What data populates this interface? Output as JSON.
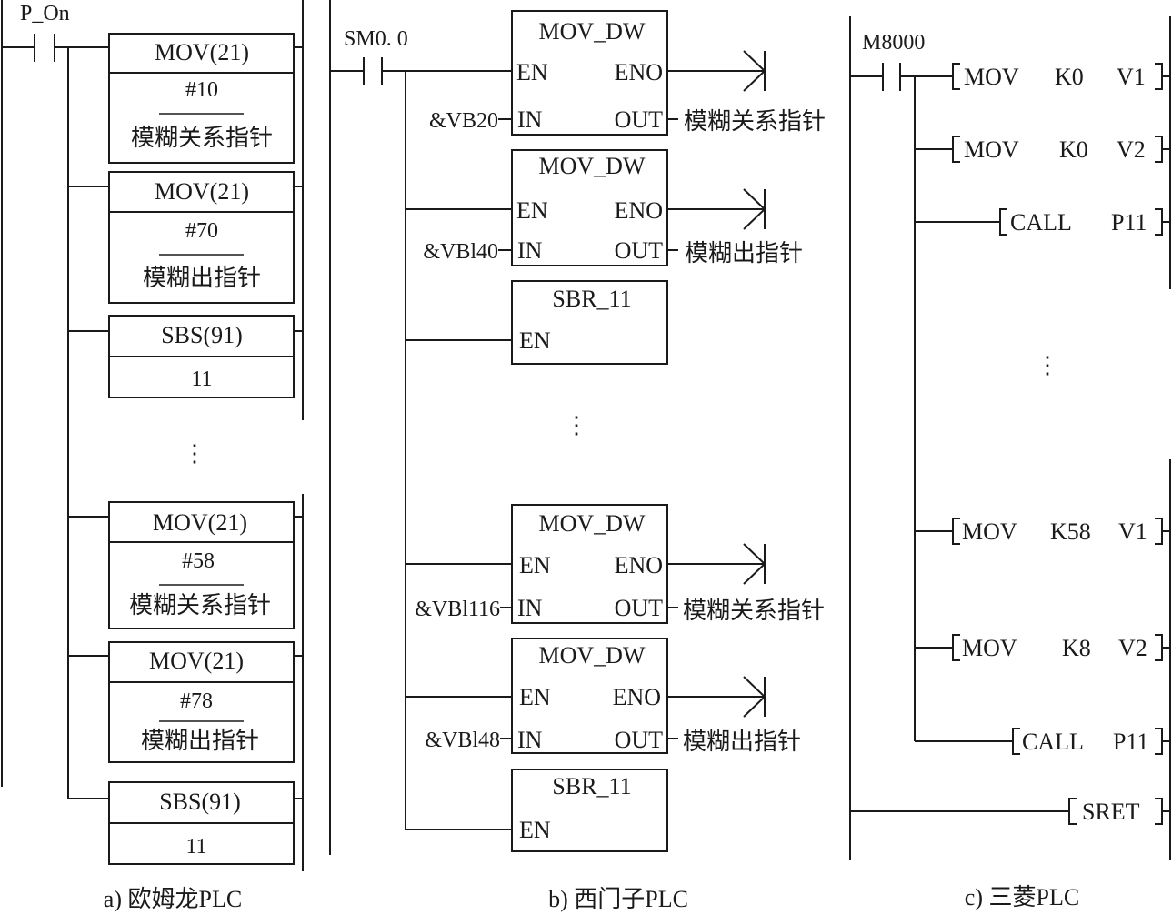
{
  "panel_a": {
    "contact": "P_On",
    "blocks": [
      {
        "head": "MOV(21)",
        "arg": "#10",
        "target": "模糊关系指针"
      },
      {
        "head": "MOV(21)",
        "arg": "#70",
        "target": "模糊出指针"
      },
      {
        "head": "SBS(91)",
        "arg": "11"
      },
      {
        "head": "MOV(21)",
        "arg": "#58",
        "target": "模糊关系指针"
      },
      {
        "head": "MOV(21)",
        "arg": "#78",
        "target": "模糊出指针"
      },
      {
        "head": "SBS(91)",
        "arg": "11"
      }
    ],
    "ellipsis": "⋮",
    "caption": "a) 欧姆龙PLC"
  },
  "panel_b": {
    "contact": "SM0. 0",
    "movs": [
      {
        "title": "MOV_DW",
        "en": "EN",
        "eno": "ENO",
        "in_label": "IN",
        "out_label": "OUT",
        "in_operand": "&VB20",
        "out_operand": "模糊关系指针"
      },
      {
        "title": "MOV_DW",
        "en": "EN",
        "eno": "ENO",
        "in_label": "IN",
        "out_label": "OUT",
        "in_operand": "&VBl40",
        "out_operand": "模糊出指针"
      },
      {
        "title": "MOV_DW",
        "en": "EN",
        "eno": "ENO",
        "in_label": "IN",
        "out_label": "OUT",
        "in_operand": "&VBl116",
        "out_operand": "模糊关系指针"
      },
      {
        "title": "MOV_DW",
        "en": "EN",
        "eno": "ENO",
        "in_label": "IN",
        "out_label": "OUT",
        "in_operand": "&VBl48",
        "out_operand": "模糊出指针"
      }
    ],
    "sbr": [
      {
        "title": "SBR_11",
        "en": "EN"
      },
      {
        "title": "SBR_11",
        "en": "EN"
      }
    ],
    "ellipsis": "⋮",
    "caption": "b) 西门子PLC"
  },
  "panel_c": {
    "contact": "M8000",
    "instructions": [
      {
        "op": "MOV",
        "a": "K0",
        "b": "V1"
      },
      {
        "op": "MOV",
        "a": "K0",
        "b": "V2"
      },
      {
        "op": "CALL",
        "a": "",
        "b": "P11"
      },
      {
        "op": "MOV",
        "a": "K58",
        "b": "V1"
      },
      {
        "op": "MOV",
        "a": "K8",
        "b": "V2"
      },
      {
        "op": "CALL",
        "a": "",
        "b": "P11"
      },
      {
        "op": "SRET",
        "a": "",
        "b": ""
      }
    ],
    "ellipsis": "⋮",
    "caption": "c) 三菱PLC"
  },
  "colors": {
    "ink": "#1a1a1a",
    "background": "#ffffff"
  }
}
